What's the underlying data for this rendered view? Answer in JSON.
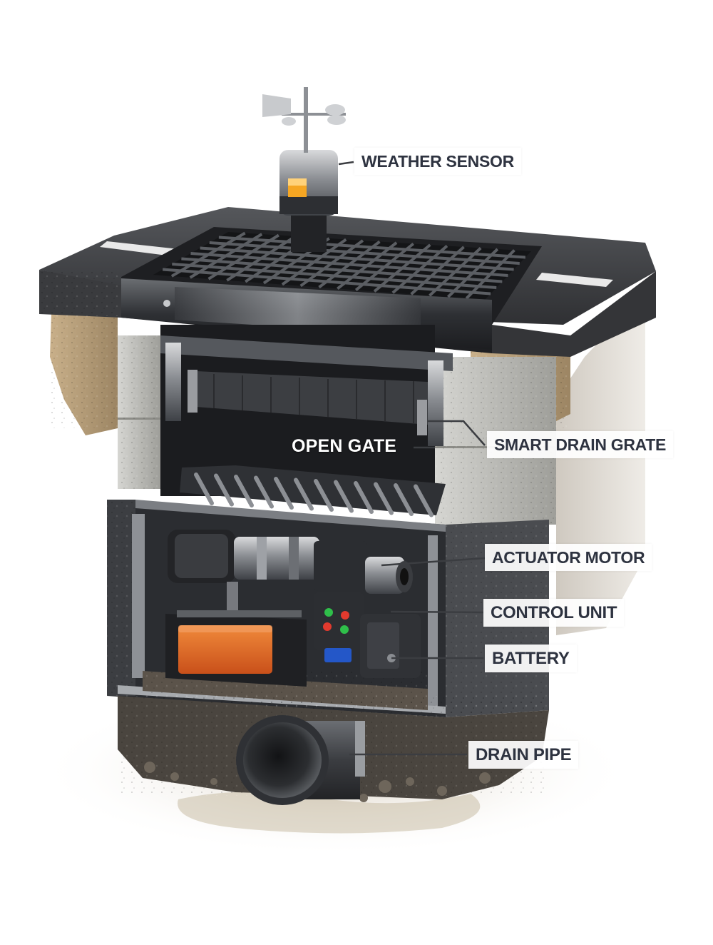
{
  "labels": {
    "weather_sensor": "WEATHER SENSOR",
    "open_gate": "OPEN GATE",
    "smart_drain_grate": "SMART DRAIN GRATE",
    "actuator_motor": "ACTUATOR MOTOR",
    "control_unit": "CONTROL UNIT",
    "battery": "BATTERY",
    "drain_pipe": "DRAIN PIPE"
  },
  "colors": {
    "label_text": "#2e3340",
    "asphalt": "#3b3c3f",
    "soil": "#a48c6c",
    "concrete": "#b9b9b4",
    "housing": "#2a2c30",
    "battery": "#e0621f",
    "button_red": "#e23a2e",
    "button_green": "#2fbf4a",
    "blue_connector": "#2457c8"
  }
}
